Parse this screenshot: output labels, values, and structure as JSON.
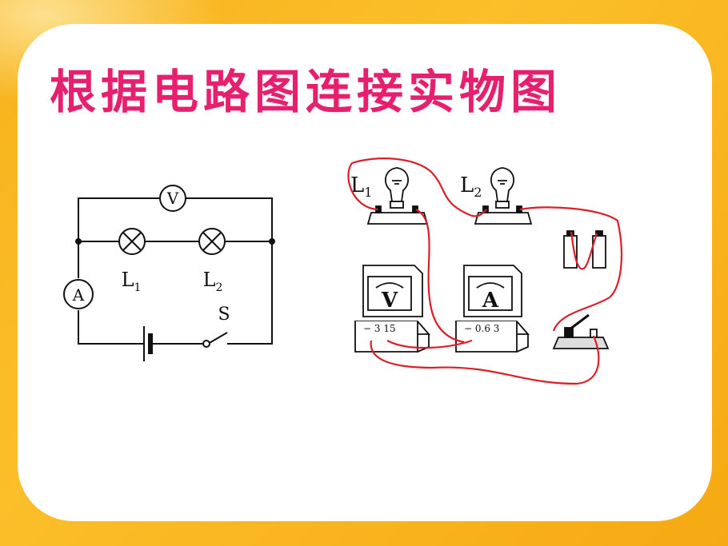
{
  "slide": {
    "title": "根据电路图连接实物图"
  },
  "circuit_diagram": {
    "voltmeter_symbol": "V",
    "ammeter_symbol": "A",
    "lamp1_label": "L",
    "lamp1_subscript": "1",
    "lamp2_label": "L",
    "lamp2_subscript": "2",
    "switch_label": "S"
  },
  "physical_circuit": {
    "lamp1_label": "L",
    "lamp1_subscript": "1",
    "lamp2_label": "L",
    "lamp2_subscript": "2",
    "voltmeter_letter": "V",
    "voltmeter_terminals": "−  3 15",
    "ammeter_letter": "A",
    "ammeter_terminals": "− 0.6 3",
    "wire_color": "#d8202a"
  }
}
